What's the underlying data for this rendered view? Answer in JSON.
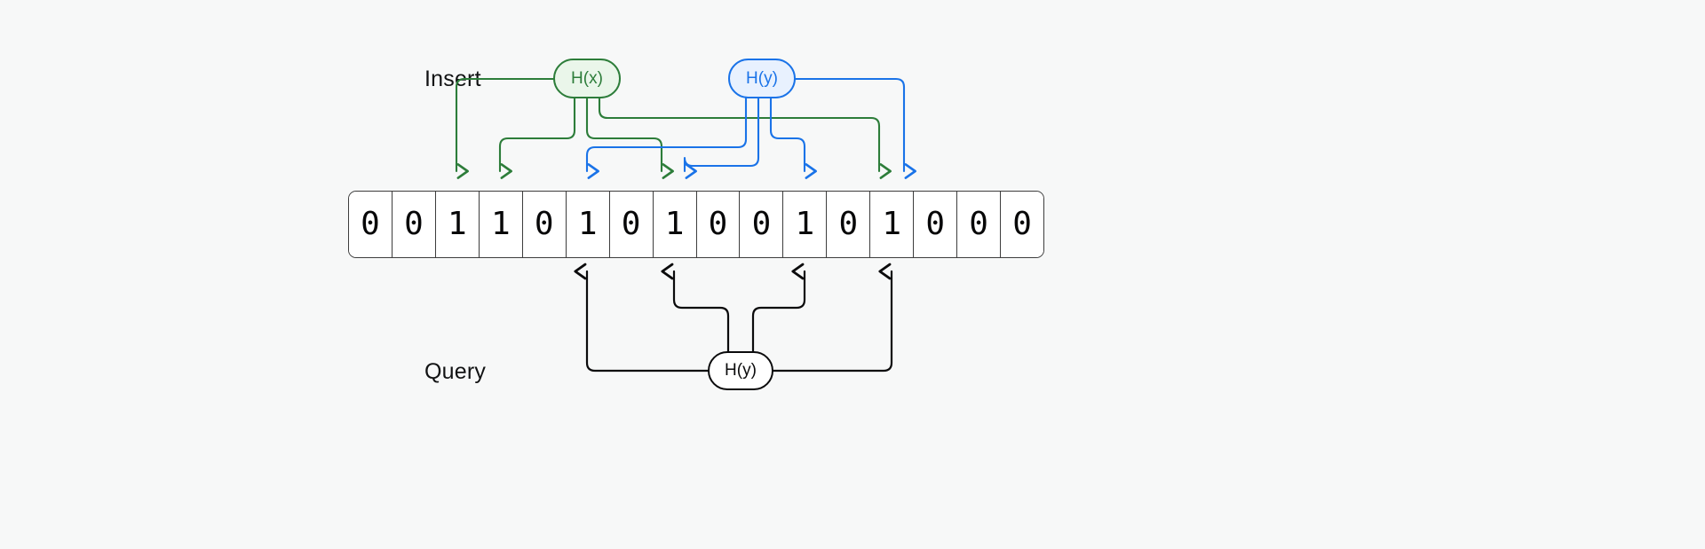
{
  "diagram": {
    "title_visible": false,
    "background_color": "#f7f8f8"
  },
  "labels": {
    "insert": "Insert",
    "query": "Query"
  },
  "nodes": {
    "insert_hash_x": {
      "label": "H(x)",
      "color": "#2d7d3a",
      "fill": "#eaf6ea"
    },
    "insert_hash_y": {
      "label": "H(y)",
      "color": "#1a73e8",
      "fill": "#e8f1fe"
    },
    "query_hash_y": {
      "label": "H(y)",
      "color": "#0b0b0c",
      "fill": "#ffffff"
    }
  },
  "bit_array": {
    "length": 16,
    "bits": [
      "0",
      "0",
      "1",
      "1",
      "0",
      "1",
      "0",
      "1",
      "0",
      "0",
      "1",
      "0",
      "1",
      "0",
      "0",
      "0"
    ]
  },
  "insert_arrows": {
    "hash_x_targets": [
      2,
      3,
      7,
      12
    ],
    "hash_y_targets": [
      5,
      7,
      10,
      12
    ],
    "hash_x_color": "#2d7d3a",
    "hash_y_color": "#1a73e8"
  },
  "query_arrows": {
    "targets": [
      5,
      7,
      10,
      12
    ],
    "color": "#0b0b0c"
  }
}
